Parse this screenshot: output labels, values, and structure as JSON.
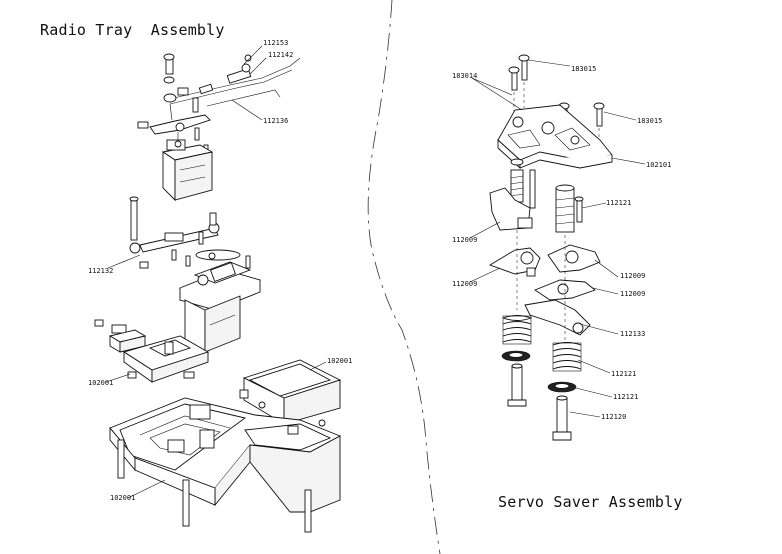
{
  "titles": {
    "left": "Radio Tray  Assembly",
    "right": "Servo Saver Assembly"
  },
  "callouts": {
    "c112153": "112153",
    "c112142": "112142",
    "c112136": "112136",
    "c112132": "112132",
    "c102001_lid_small": "102001",
    "c102001_lid_large": "102001",
    "c102001_tray": "102001",
    "c183014": "183014",
    "c183015_top": "183015",
    "c183015_right": "183015",
    "c102101": "102101",
    "c112121_post": "112121",
    "c112009_left": "112009",
    "c112009_mid": "112009",
    "c112009_right_a": "112009",
    "c112009_right_b": "112009",
    "c112133": "112133",
    "c112121_spring": "112121",
    "c112121_washer": "112121",
    "c112120": "112120"
  }
}
